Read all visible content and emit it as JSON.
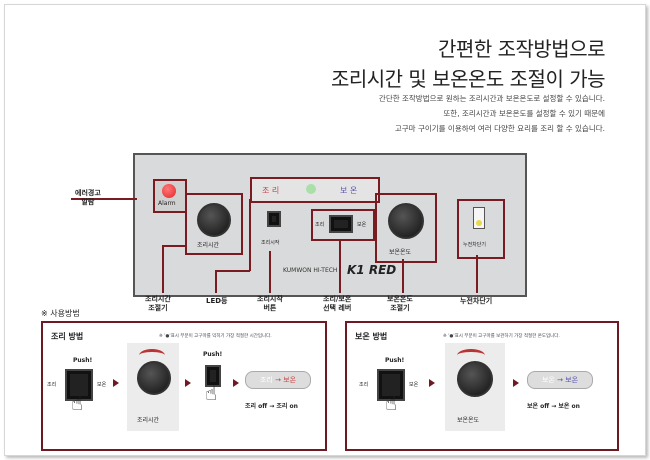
{
  "header": {
    "title_line1": "간편한 조작방법으로",
    "title_line2": "조리시간 및 보온온도 조절이 가능",
    "desc_line1": "간단한 조작방법으로 원하는 조리시간과 보온온도로 설정할 수 있습니다.",
    "desc_line2": "또한, 조리시간과 보온온도를 설정할 수 있기 때문에",
    "desc_line3": "고구마 구이기를 이용하여 여러 다양한 요리를 조리 할 수 있습니다."
  },
  "panel": {
    "alarm_label": "Alarm",
    "cook_time_dial": "조리시간",
    "display_cook": "조 리",
    "display_warm": "보 온",
    "cook_start_btn": "조리시작",
    "switch_left": "조리",
    "switch_right": "보온",
    "warm_temp_dial": "보온온도",
    "leak_breaker": "누전차단기",
    "brand_text": "KUMWON HI-TECH",
    "logo_text": "K1 RED"
  },
  "callouts": {
    "error_alarm": "에러경고\n알람",
    "cook_time_adjuster": "조리시간\n조절기",
    "led": "LED등",
    "cook_start_button": "조리시작\n버튼",
    "select_lever": "조리/보온\n선택 레버",
    "warm_temp_adjuster": "보온온도\n조절기",
    "leak_breaker": "누전차단기"
  },
  "usage": {
    "heading": "※ 사용방법",
    "cook": {
      "title": "조리 방법",
      "note": "※ '●'표시 부분이 고구마를 익히기 가장 적절한 시간입니다.",
      "push1": "Push!",
      "left": "조리",
      "right": "보온",
      "dial": "조리시간",
      "push2": "Push!",
      "pill_left": "조리",
      "pill_right": "보온",
      "result": "조리 off → 조리 on"
    },
    "warm": {
      "title": "보온 방법",
      "note": "※ '●'표시 부분이 고구마를 보관하기 가장 적절한 온도입니다.",
      "push": "Push!",
      "left": "조리",
      "right": "보온",
      "dial": "보온온도",
      "pill_left": "보온",
      "pill_right": "보온",
      "result": "보온 off → 보온 on"
    }
  },
  "colors": {
    "accent": "#7a1b22",
    "panel_bg": "#d9dadb",
    "alarm_red": "#e3262a"
  }
}
